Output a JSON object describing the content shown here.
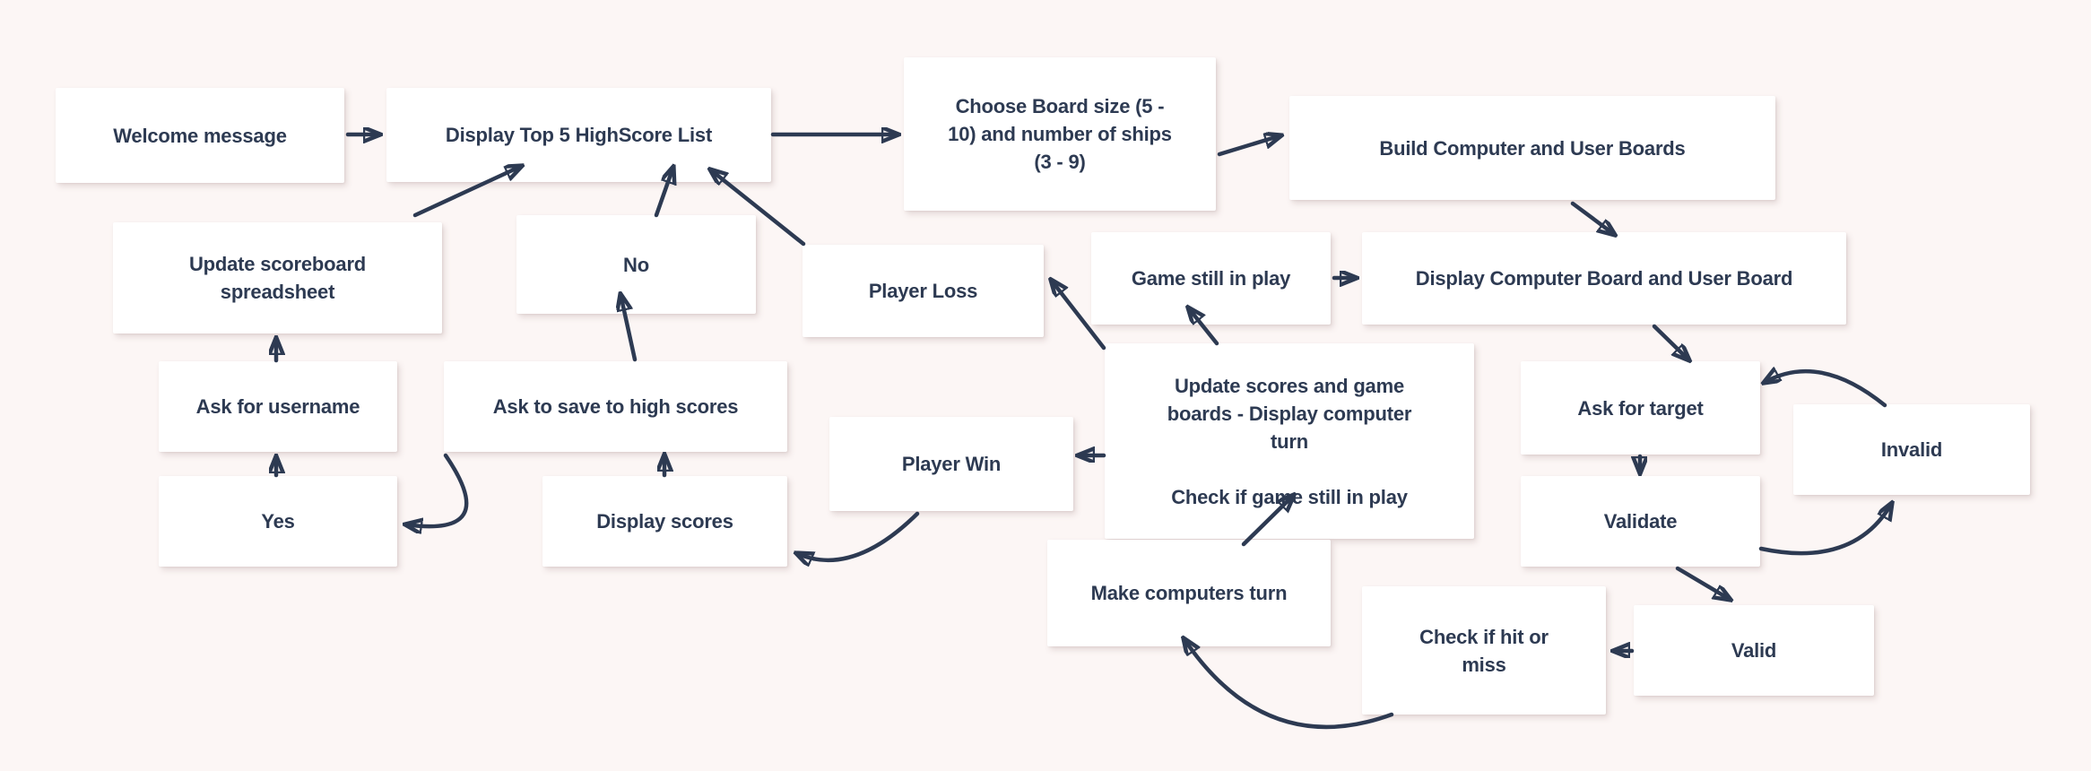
{
  "app": {
    "type": "flowchart-canvas",
    "background_color": "#fcf6f5",
    "node_fill_color": "#ffffff",
    "ink_color": "#2d3a52"
  },
  "nodes": [
    {
      "id": "welcome-message",
      "label": "Welcome message"
    },
    {
      "id": "display-top5-highscore-list",
      "label": "Display Top 5 HighScore List"
    },
    {
      "id": "choose-board-size",
      "label": "Choose Board size (5 -\n10) and number of ships\n(3 - 9)"
    },
    {
      "id": "build-computer-and-user-boards",
      "label": "Build Computer and User Boards"
    },
    {
      "id": "update-scoreboard-spreadsheet",
      "label": "Update scoreboard\nspreadsheet"
    },
    {
      "id": "no",
      "label": "No"
    },
    {
      "id": "player-loss",
      "label": "Player Loss"
    },
    {
      "id": "game-still-in-play",
      "label": "Game still in play"
    },
    {
      "id": "display-computer-board-and-user-board",
      "label": "Display Computer Board and User Board"
    },
    {
      "id": "ask-for-username",
      "label": "Ask for username"
    },
    {
      "id": "ask-to-save-to-high-scores",
      "label": "Ask to save to high scores"
    },
    {
      "id": "ask-for-target",
      "label": "Ask for target"
    },
    {
      "id": "invalid",
      "label": "Invalid"
    },
    {
      "id": "yes",
      "label": "Yes"
    },
    {
      "id": "display-scores",
      "label": "Display scores"
    },
    {
      "id": "player-win",
      "label": "Player Win"
    },
    {
      "id": "update-scores-and-check",
      "label": "Update scores and game\nboards - Display computer\nturn\n\nCheck if game still in play"
    },
    {
      "id": "validate",
      "label": "Validate"
    },
    {
      "id": "make-computers-turn",
      "label": "Make computers turn"
    },
    {
      "id": "check-if-hit-or-miss",
      "label": "Check if hit or\nmiss"
    },
    {
      "id": "valid",
      "label": "Valid"
    }
  ],
  "edges": [
    {
      "from": "welcome-message",
      "to": "display-top5-highscore-list"
    },
    {
      "from": "display-top5-highscore-list",
      "to": "choose-board-size"
    },
    {
      "from": "choose-board-size",
      "to": "build-computer-and-user-boards"
    },
    {
      "from": "build-computer-and-user-boards",
      "to": "display-computer-board-and-user-board"
    },
    {
      "from": "game-still-in-play",
      "to": "display-computer-board-and-user-board"
    },
    {
      "from": "display-computer-board-and-user-board",
      "to": "ask-for-target"
    },
    {
      "from": "ask-for-target",
      "to": "validate"
    },
    {
      "from": "validate",
      "to": "valid"
    },
    {
      "from": "valid",
      "to": "check-if-hit-or-miss"
    },
    {
      "from": "check-if-hit-or-miss",
      "to": "make-computers-turn"
    },
    {
      "from": "make-computers-turn",
      "to": "update-scores-and-check"
    },
    {
      "from": "update-scores-and-check",
      "to": "game-still-in-play"
    },
    {
      "from": "update-scores-and-check",
      "to": "player-loss"
    },
    {
      "from": "update-scores-and-check",
      "to": "player-win"
    },
    {
      "from": "player-loss",
      "to": "display-top5-highscore-list"
    },
    {
      "from": "player-win",
      "to": "display-scores"
    },
    {
      "from": "display-scores",
      "to": "ask-to-save-to-high-scores"
    },
    {
      "from": "ask-to-save-to-high-scores",
      "to": "no"
    },
    {
      "from": "ask-to-save-to-high-scores",
      "to": "yes"
    },
    {
      "from": "no",
      "to": "display-top5-highscore-list"
    },
    {
      "from": "yes",
      "to": "ask-for-username"
    },
    {
      "from": "ask-for-username",
      "to": "update-scoreboard-spreadsheet"
    },
    {
      "from": "update-scoreboard-spreadsheet",
      "to": "display-top5-highscore-list"
    },
    {
      "from": "invalid",
      "to": "ask-for-target"
    },
    {
      "from": "validate",
      "to": "invalid"
    }
  ]
}
